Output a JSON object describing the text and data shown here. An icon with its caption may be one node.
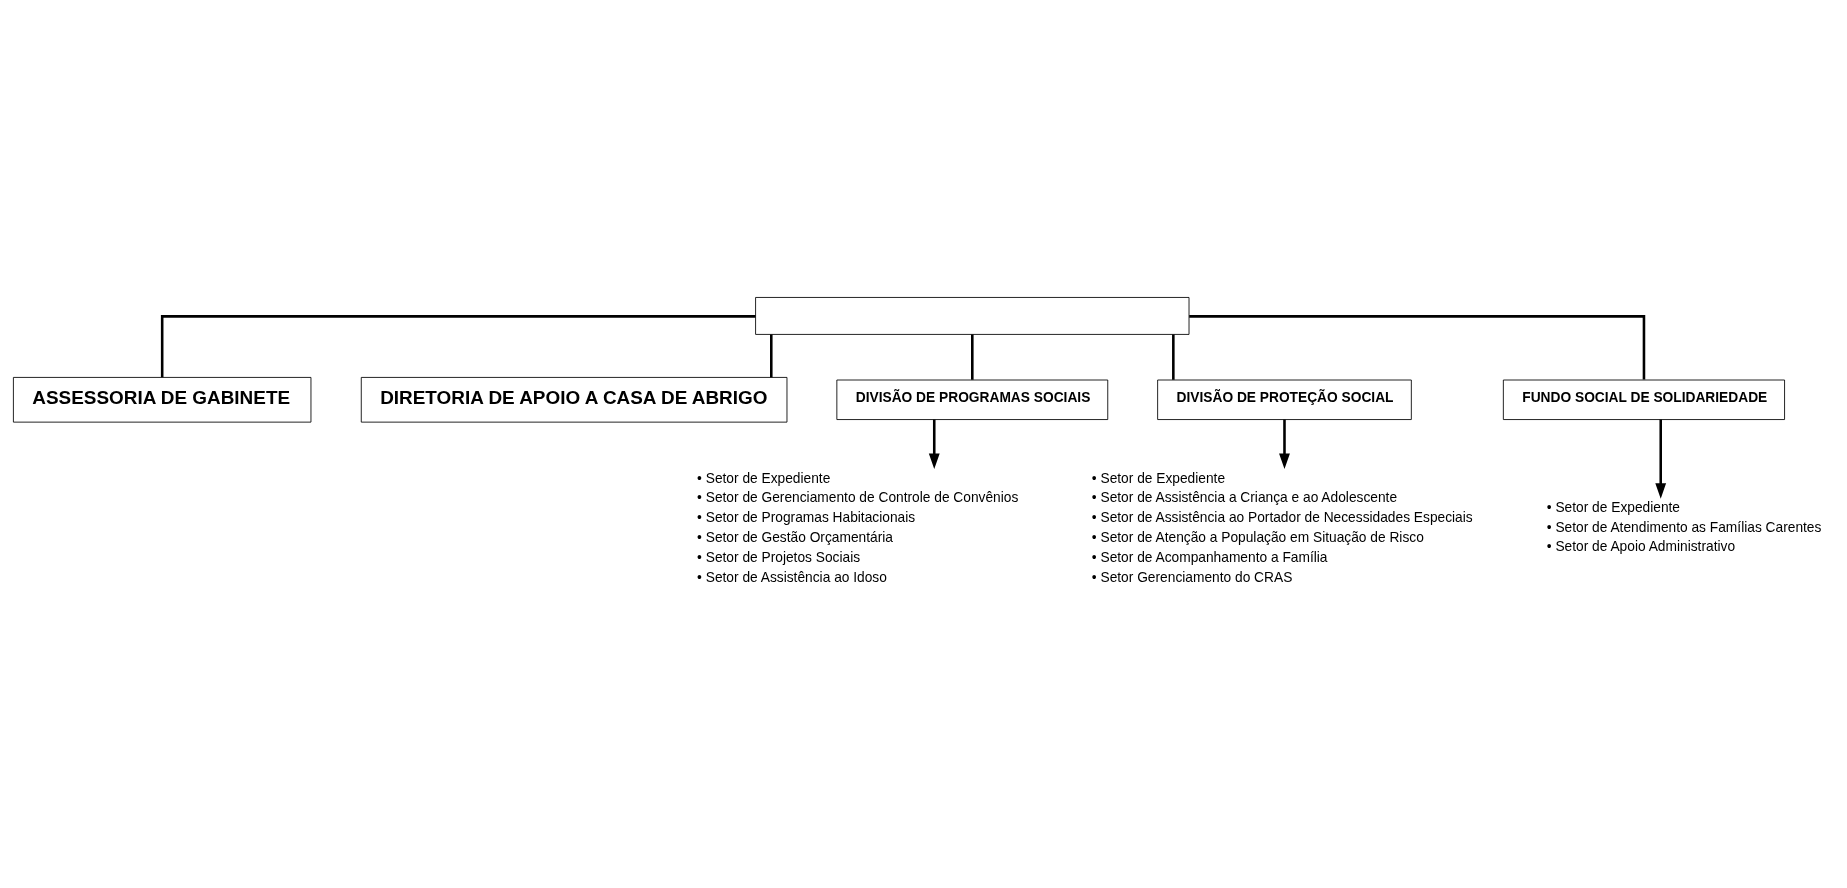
{
  "diagram": {
    "nodes": [
      {
        "text": [],
        "shape": "box"
      },
      {
        "text": [
          "ASSESSORIA DE GABINETE"
        ]
      },
      {
        "text": [
          "DIRETORIA DE APOIO A CASA DE ABRIGO"
        ]
      },
      {
        "text": [
          "DIVISÃO DE PROGRAMAS SOCIAIS"
        ]
      },
      {
        "text": [
          "DIVISÃO DE PROTEÇÃO SOCIAL"
        ]
      },
      {
        "text": [
          "FUNDO SOCIAL DE SOLIDARIEDADE"
        ]
      },
      {
        "text": [
          "• Setor de Expediente",
          "• Setor de Gerenciamento de Controle de Convênios",
          "• Setor de Programas Habitacionais",
          "• Setor de Gestão Orçamentária",
          "• Setor de Projetos Sociais",
          "• Setor de Assistência ao Idoso"
        ]
      },
      {
        "text": [
          "• Setor de Expediente",
          "• Setor de Assistência a Criança e ao Adolescente",
          "• Setor de Assistência ao Portador de Necessidades Especiais",
          "• Setor de Atenção a População em Situação de Risco",
          "• Setor de Acompanhamento a Família",
          "• Setor Gerenciamento do CRAS"
        ]
      },
      {
        "text": [
          "• Setor de Expediente",
          "• Setor de Atendimento as Famílias Carentes",
          "• Setor de Apoio Administrativo"
        ]
      }
    ],
    "edges": [
      {
        "from": 0,
        "to": 1,
        "arrow": "none"
      },
      {
        "from": 0,
        "to": 2,
        "arrow": "none"
      },
      {
        "from": 0,
        "to": 3,
        "arrow": "none"
      },
      {
        "from": 0,
        "to": 4,
        "arrow": "none"
      },
      {
        "from": 0,
        "to": 5,
        "arrow": "none"
      },
      {
        "from": 3,
        "to": 6,
        "arrow": "to"
      },
      {
        "from": 4,
        "to": 7,
        "arrow": "to"
      },
      {
        "from": 5,
        "to": 8,
        "arrow": "to"
      }
    ]
  }
}
